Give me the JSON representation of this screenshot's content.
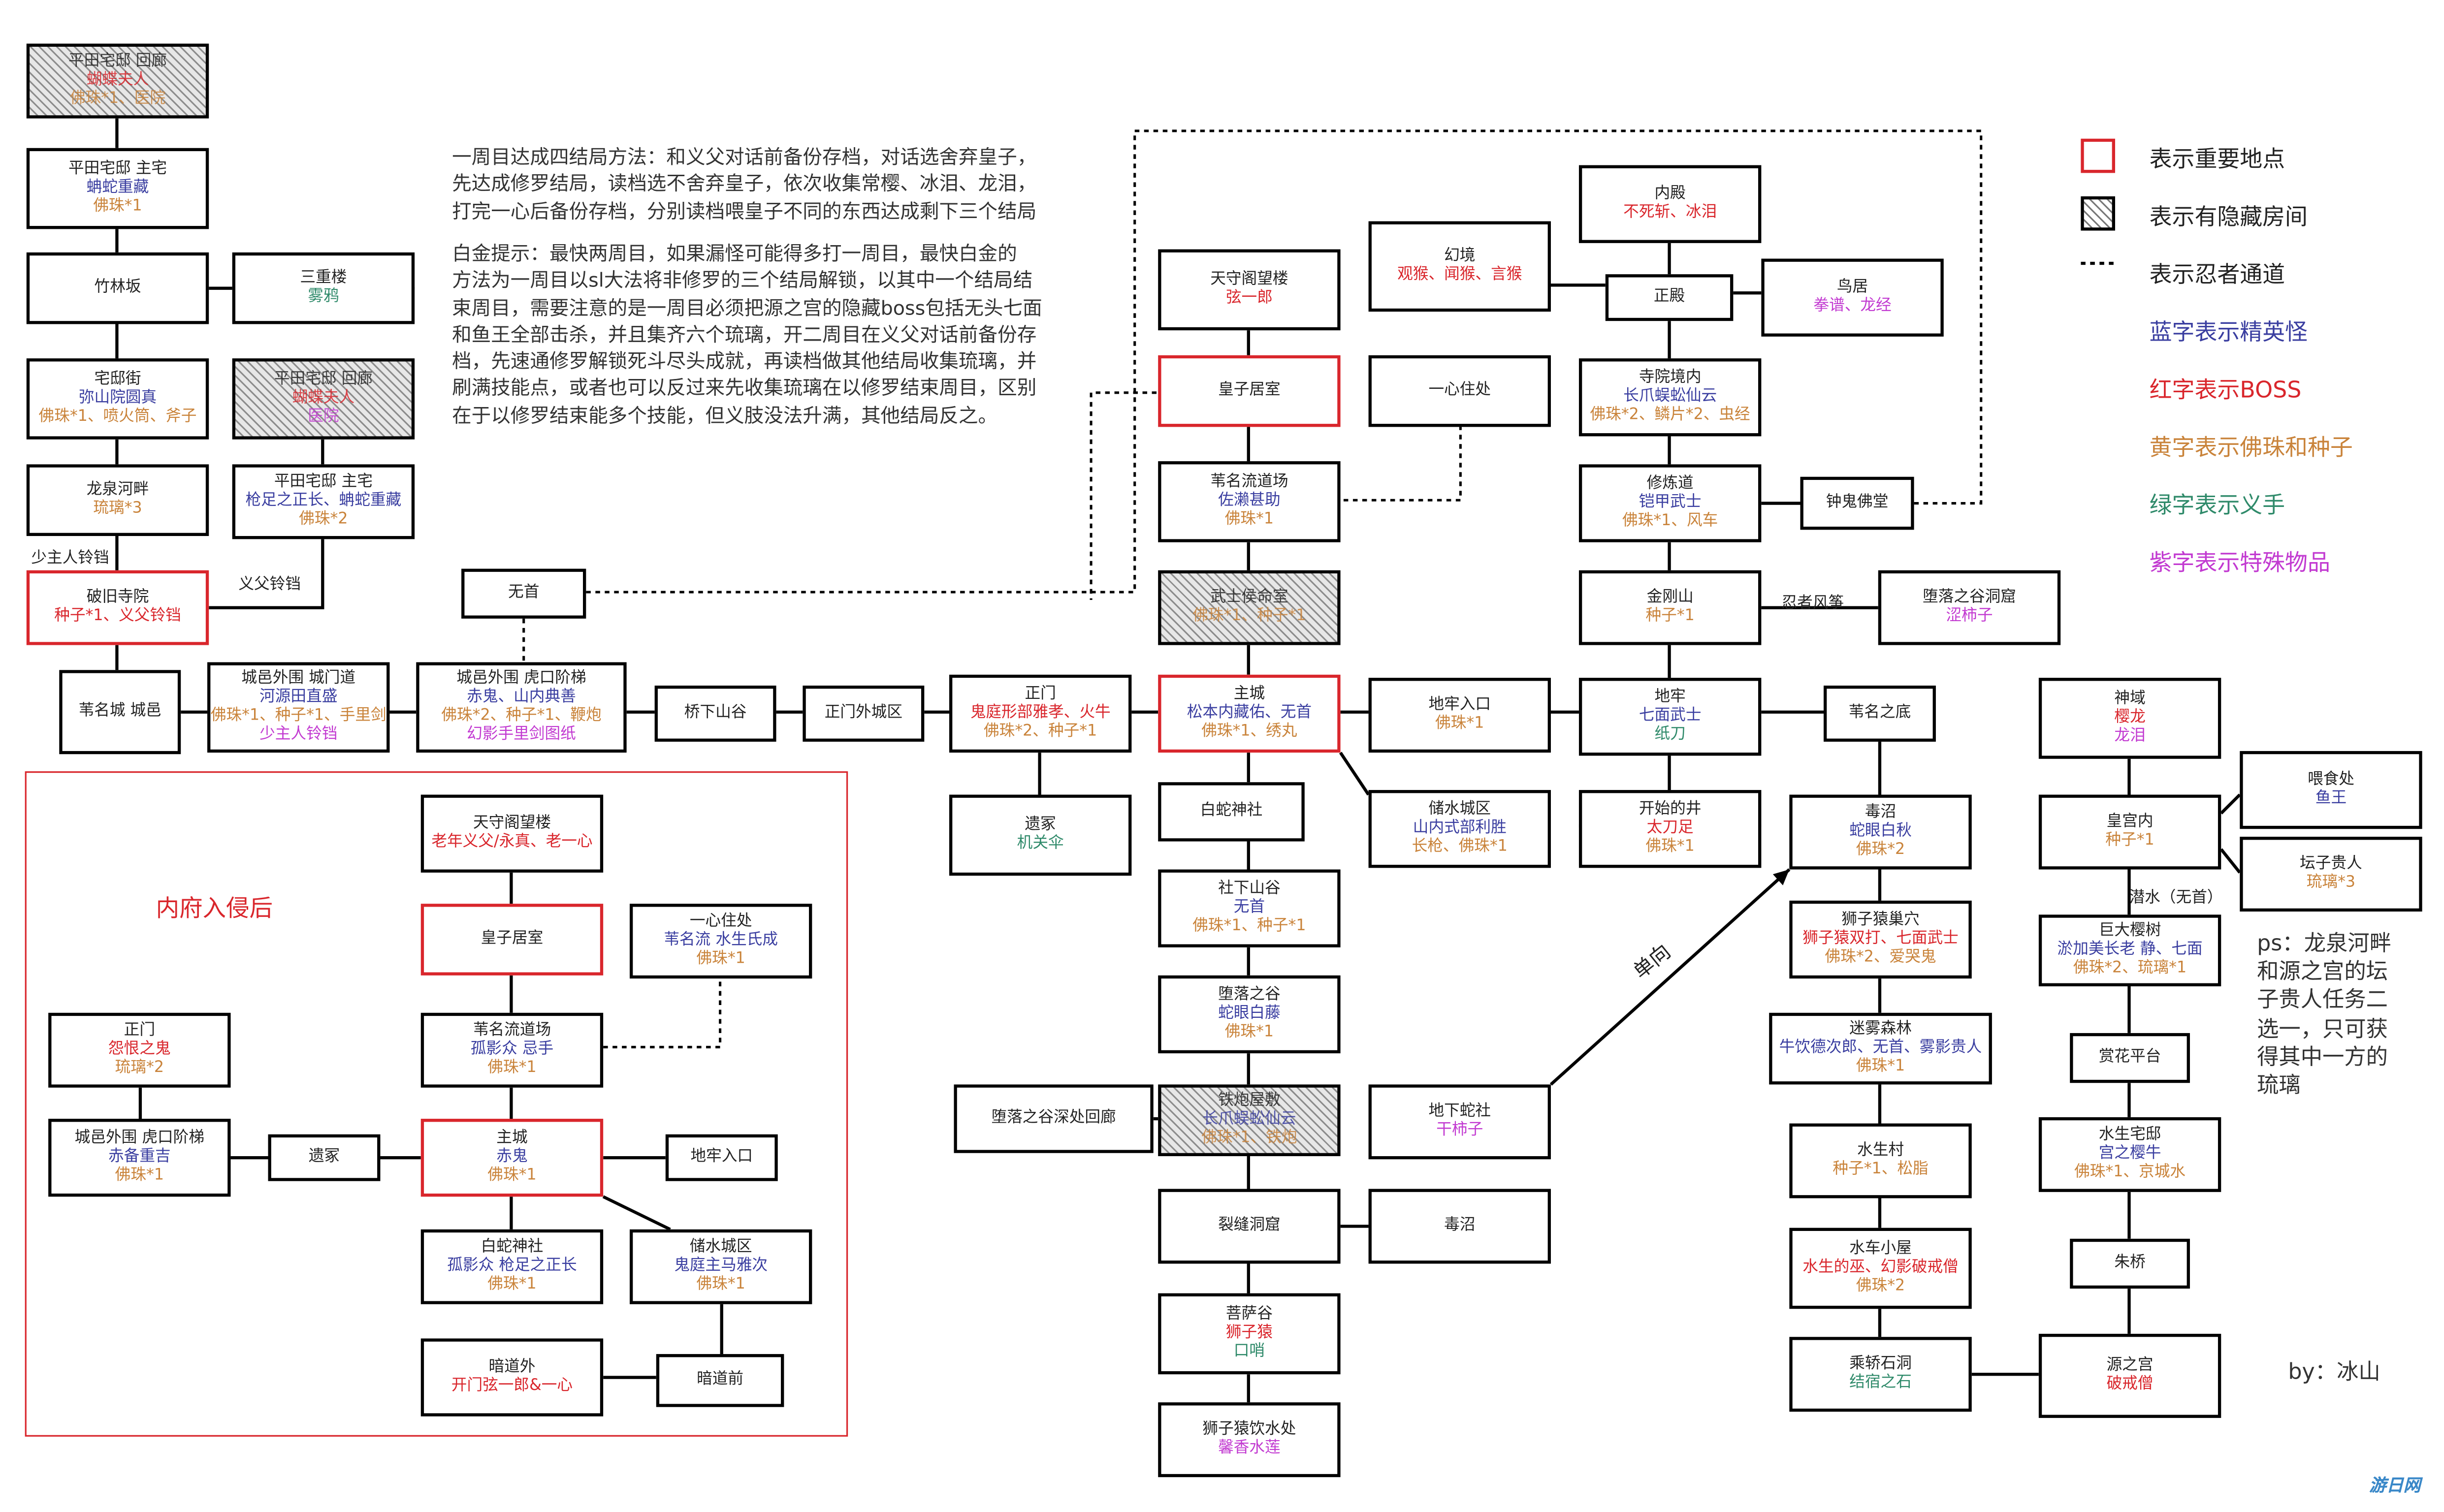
{
  "nodes": {
    "n1": {
      "t": [
        [
          "平田宅邸 回廊",
          "n"
        ],
        [
          "蝴蝶夫人",
          "r"
        ],
        [
          "佛珠*1、医院",
          "y"
        ]
      ]
    },
    "n2": {
      "t": [
        [
          "平田宅邸 主宅",
          "n"
        ],
        [
          "蚺蛇重藏",
          "b"
        ],
        [
          "佛珠*1",
          "y"
        ]
      ]
    },
    "n3": {
      "t": [
        [
          "竹林坂",
          "n"
        ]
      ]
    },
    "n4": {
      "t": [
        [
          "三重楼",
          "n"
        ],
        [
          "雾鸦",
          "g"
        ]
      ]
    },
    "n5": {
      "t": [
        [
          "宅邸街",
          "n"
        ],
        [
          "弥山院圆真",
          "b"
        ],
        [
          "佛珠*1、喷火筒、斧子",
          "y"
        ]
      ]
    },
    "n6": {
      "t": [
        [
          "平田宅邸 回廊",
          "n"
        ],
        [
          "蝴蝶夫人",
          "r"
        ],
        [
          "医院",
          "p"
        ]
      ]
    },
    "n7": {
      "t": [
        [
          "龙泉河畔",
          "n"
        ],
        [
          "琉璃*3",
          "y"
        ]
      ]
    },
    "n8": {
      "t": [
        [
          "平田宅邸 主宅",
          "n"
        ],
        [
          "枪足之正长、蚺蛇重藏",
          "b"
        ],
        [
          "佛珠*2",
          "y"
        ]
      ]
    },
    "n9": {
      "t": [
        [
          "破旧寺院",
          "n"
        ],
        [
          "种子*1、义父铃铛",
          "r"
        ]
      ]
    },
    "n10": {
      "t": [
        [
          "无首",
          "n"
        ]
      ]
    },
    "n11": {
      "t": [
        [
          "苇名城 城邑",
          "n"
        ]
      ]
    },
    "n12": {
      "t": [
        [
          "城邑外围 城门道",
          "n"
        ],
        [
          "河源田直盛",
          "b"
        ],
        [
          "佛珠*1、种子*1、手里剑",
          "y"
        ],
        [
          "少主人铃铛",
          "p"
        ]
      ]
    },
    "n13": {
      "t": [
        [
          "城邑外围 虎口阶梯",
          "n"
        ],
        [
          "赤鬼、山内典善",
          "b"
        ],
        [
          "佛珠*2、种子*1、鞭炮",
          "y"
        ],
        [
          "幻影手里剑图纸",
          "p"
        ]
      ]
    },
    "n14": {
      "t": [
        [
          "桥下山谷",
          "n"
        ]
      ]
    },
    "n15": {
      "t": [
        [
          "正门外城区",
          "n"
        ]
      ]
    },
    "n16": {
      "t": [
        [
          "正门",
          "n"
        ],
        [
          "鬼庭形部雅孝、火牛",
          "r"
        ],
        [
          "佛珠*2、种子*1",
          "y"
        ]
      ]
    },
    "n17": {
      "t": [
        [
          "遗冢",
          "n"
        ],
        [
          "机关伞",
          "g"
        ]
      ]
    },
    "n18": {
      "t": [
        [
          "天守阁望楼",
          "n"
        ],
        [
          "弦一郎",
          "r"
        ]
      ]
    },
    "n19": {
      "t": [
        [
          "皇子居室",
          "n"
        ]
      ]
    },
    "n20": {
      "t": [
        [
          "一心住处",
          "n"
        ]
      ]
    },
    "n21": {
      "t": [
        [
          "苇名流道场",
          "n"
        ],
        [
          "佐濑甚助",
          "b"
        ],
        [
          "佛珠*1",
          "y"
        ]
      ]
    },
    "n22": {
      "t": [
        [
          "武士侯命室",
          "n"
        ],
        [
          "佛珠*1、种子*1",
          "y"
        ]
      ]
    },
    "n23": {
      "t": [
        [
          "主城",
          "n"
        ],
        [
          "松本内藏佑、无首",
          "b"
        ],
        [
          "佛珠*1、绣丸",
          "y"
        ]
      ]
    },
    "n24": {
      "t": [
        [
          "白蛇神社",
          "n"
        ]
      ]
    },
    "n25": {
      "t": [
        [
          "社下山谷",
          "n"
        ],
        [
          "无首",
          "b"
        ],
        [
          "佛珠*1、种子*1",
          "y"
        ]
      ]
    },
    "n26": {
      "t": [
        [
          "堕落之谷",
          "n"
        ],
        [
          "蛇眼白藤",
          "b"
        ],
        [
          "佛珠*1",
          "y"
        ]
      ]
    },
    "n27": {
      "t": [
        [
          "堕落之谷深处回廊",
          "n"
        ]
      ]
    },
    "n28": {
      "t": [
        [
          "铁炮屋敷",
          "n"
        ],
        [
          "长爪蜈蚣仙云",
          "b"
        ],
        [
          "佛珠*1、铁炮",
          "y"
        ]
      ]
    },
    "n29": {
      "t": [
        [
          "裂缝洞窟",
          "n"
        ]
      ]
    },
    "n30": {
      "t": [
        [
          "菩萨谷",
          "n"
        ],
        [
          "狮子猿",
          "r"
        ],
        [
          "口哨",
          "g"
        ]
      ]
    },
    "n31": {
      "t": [
        [
          "狮子猿饮水处",
          "n"
        ],
        [
          "馨香水莲",
          "p"
        ]
      ]
    },
    "n32": {
      "t": [
        [
          "地下蛇社",
          "n"
        ],
        [
          "干柿子",
          "p"
        ]
      ]
    },
    "n33": {
      "t": [
        [
          "毒沼",
          "n"
        ]
      ]
    },
    "n34": {
      "t": [
        [
          "地牢入口",
          "n"
        ],
        [
          "佛珠*1",
          "y"
        ]
      ]
    },
    "n35": {
      "t": [
        [
          "储水城区",
          "n"
        ],
        [
          "山内式部利胜",
          "b"
        ],
        [
          "长枪、佛珠*1",
          "y"
        ]
      ]
    },
    "n36": {
      "t": [
        [
          "内殿",
          "n"
        ],
        [
          "不死斩、冰泪",
          "r"
        ]
      ]
    },
    "n37": {
      "t": [
        [
          "幻境",
          "n"
        ],
        [
          "观猴、闻猴、言猴",
          "r"
        ]
      ]
    },
    "n38": {
      "t": [
        [
          "正殿",
          "n"
        ]
      ]
    },
    "n39": {
      "t": [
        [
          "鸟居",
          "n"
        ],
        [
          "拳谱、龙经",
          "p"
        ]
      ]
    },
    "n40": {
      "t": [
        [
          "寺院境内",
          "n"
        ],
        [
          "长爪蜈蚣仙云",
          "b"
        ],
        [
          "佛珠*2、鳞片*2、虫经",
          "y"
        ]
      ]
    },
    "n41": {
      "t": [
        [
          "修炼道",
          "n"
        ],
        [
          "铠甲武士",
          "b"
        ],
        [
          "佛珠*1、风车",
          "y"
        ]
      ]
    },
    "n42": {
      "t": [
        [
          "钟鬼佛堂",
          "n"
        ]
      ]
    },
    "n43": {
      "t": [
        [
          "金刚山",
          "n"
        ],
        [
          "种子*1",
          "y"
        ]
      ]
    },
    "n44": {
      "t": [
        [
          "堕落之谷洞窟",
          "n"
        ],
        [
          "涩柿子",
          "p"
        ]
      ]
    },
    "n45": {
      "t": [
        [
          "地牢",
          "n"
        ],
        [
          "七面武士",
          "b"
        ],
        [
          "纸刀",
          "g"
        ]
      ]
    },
    "n46": {
      "t": [
        [
          "苇名之底",
          "n"
        ]
      ]
    },
    "n47": {
      "t": [
        [
          "开始的井",
          "n"
        ],
        [
          "太刀足",
          "r"
        ],
        [
          "佛珠*1",
          "y"
        ]
      ]
    },
    "n48": {
      "t": [
        [
          "毒沼",
          "n"
        ],
        [
          "蛇眼白秋",
          "b"
        ],
        [
          "佛珠*2",
          "y"
        ]
      ]
    },
    "n49": {
      "t": [
        [
          "狮子猿巢穴",
          "n"
        ],
        [
          "狮子猿双打、七面武士",
          "r"
        ],
        [
          "佛珠*2、爱哭鬼",
          "y"
        ]
      ]
    },
    "n50": {
      "t": [
        [
          "迷雾森林",
          "n"
        ],
        [
          "牛饮德次郎、无首、雾影贵人",
          "b"
        ],
        [
          "佛珠*1",
          "y"
        ]
      ]
    },
    "n51": {
      "t": [
        [
          "水生村",
          "n"
        ],
        [
          "种子*1、松脂",
          "y"
        ]
      ]
    },
    "n52": {
      "t": [
        [
          "水车小屋",
          "n"
        ],
        [
          "水生的巫、幻影破戒僧",
          "r"
        ],
        [
          "佛珠*2",
          "y"
        ]
      ]
    },
    "n53": {
      "t": [
        [
          "乘轿石洞",
          "n"
        ],
        [
          "结宿之石",
          "g"
        ]
      ]
    },
    "n54": {
      "t": [
        [
          "源之宫",
          "n"
        ],
        [
          "破戒僧",
          "r"
        ]
      ]
    },
    "n55": {
      "t": [
        [
          "神域",
          "n"
        ],
        [
          "樱龙",
          "r"
        ],
        [
          "龙泪",
          "p"
        ]
      ]
    },
    "n56": {
      "t": [
        [
          "喂食处",
          "n"
        ],
        [
          "鱼王",
          "b"
        ]
      ]
    },
    "n57": {
      "t": [
        [
          "皇宫内",
          "n"
        ],
        [
          "种子*1",
          "y"
        ]
      ]
    },
    "n58": {
      "t": [
        [
          "坛子贵人",
          "n"
        ],
        [
          "琉璃*3",
          "y"
        ]
      ]
    },
    "n59": {
      "t": [
        [
          "巨大樱树",
          "n"
        ],
        [
          "淤加美长老 静、七面",
          "b"
        ],
        [
          "佛珠*2、琉璃*1",
          "y"
        ]
      ]
    },
    "n60": {
      "t": [
        [
          "赏花平台",
          "n"
        ]
      ]
    },
    "n61": {
      "t": [
        [
          "水生宅邸",
          "n"
        ],
        [
          "宫之樱牛",
          "b"
        ],
        [
          "佛珠*1、京城水",
          "y"
        ]
      ]
    },
    "n62": {
      "t": [
        [
          "朱桥",
          "n"
        ]
      ]
    },
    "m1": {
      "t": [
        [
          "天守阁望楼",
          "n"
        ],
        [
          "老年义父/永真、老一心",
          "r"
        ]
      ]
    },
    "m2": {
      "t": [
        [
          "皇子居室",
          "n"
        ]
      ]
    },
    "m3": {
      "t": [
        [
          "一心住处",
          "n"
        ],
        [
          "苇名流 水生氏成",
          "b"
        ],
        [
          "佛珠*1",
          "y"
        ]
      ]
    },
    "m4": {
      "t": [
        [
          "苇名流道场",
          "n"
        ],
        [
          "孤影众 忌手",
          "b"
        ],
        [
          "佛珠*1",
          "y"
        ]
      ]
    },
    "m5": {
      "t": [
        [
          "正门",
          "n"
        ],
        [
          "怨恨之鬼",
          "r"
        ],
        [
          "琉璃*2",
          "y"
        ]
      ]
    },
    "m6": {
      "t": [
        [
          "城邑外围 虎口阶梯",
          "n"
        ],
        [
          "赤备重吉",
          "b"
        ],
        [
          "佛珠*1",
          "y"
        ]
      ]
    },
    "m7": {
      "t": [
        [
          "遗冢",
          "n"
        ]
      ]
    },
    "m8": {
      "t": [
        [
          "主城",
          "n"
        ],
        [
          "赤鬼",
          "b"
        ],
        [
          "佛珠*1",
          "y"
        ]
      ]
    },
    "m9": {
      "t": [
        [
          "地牢入口",
          "n"
        ]
      ]
    },
    "m10": {
      "t": [
        [
          "白蛇神社",
          "n"
        ],
        [
          "孤影众 枪足之正长",
          "b"
        ],
        [
          "佛珠*1",
          "y"
        ]
      ]
    },
    "m11": {
      "t": [
        [
          "储水城区",
          "n"
        ],
        [
          "鬼庭主马雅次",
          "b"
        ],
        [
          "佛珠*1",
          "y"
        ]
      ]
    },
    "m12": {
      "t": [
        [
          "暗道外",
          "n"
        ],
        [
          "开门弦一郎&一心",
          "r"
        ]
      ]
    },
    "m13": {
      "t": [
        [
          "暗道前",
          "n"
        ]
      ]
    }
  },
  "edge_labels": {
    "shaozhu": "少主人铃铛",
    "yifu": "义父铃铛",
    "renzhe": "忍者风筝",
    "qianshui": "潜水（无首）",
    "danxiang": "单向"
  },
  "notes": {
    "p1": [
      "一周目达成四结局方法：和义父对话前备份存档，对话选舍弃皇子，",
      "先达成修罗结局，读档选不舍弃皇子，依次收集常樱、冰泪、龙泪，",
      "打完一心后备份存档，分别读档喂皇子不同的东西达成剩下三个结局"
    ],
    "p2": [
      "白金提示：最快两周目，如果漏怪可能得多打一周目，最快白金的",
      "方法为一周目以sl大法将非修罗的三个结局解锁，以其中一个结局结",
      "束周目，需要注意的是一周目必须把源之宫的隐藏boss包括无头七面",
      "和鱼王全部击杀，并且集齐六个琉璃，开二周目在义父对话前备份存",
      "档，先速通修罗解锁死斗尽头成就，再读档做其他结局收集琉璃，并",
      "刷满技能点，或者也可以反过来先收集琉璃在以修罗结束周目，区别",
      "在于以修罗结束能多个技能，但义肢没法升满，其他结局反之。"
    ]
  },
  "region_title": "内府入侵后",
  "legend": [
    {
      "text": "表示重要地点",
      "color": "#222222"
    },
    {
      "text": "表示有隐藏房间",
      "color": "#222222"
    },
    {
      "text": "表示忍者通道",
      "color": "#222222"
    },
    {
      "text": "蓝字表示精英怪",
      "color": "#3a3ea0"
    },
    {
      "text": "红字表示BOSS",
      "color": "#d9262c"
    },
    {
      "text": "黄字表示佛珠和种子",
      "color": "#c9833a"
    },
    {
      "text": "绿字表示义手",
      "color": "#2f8a6a"
    },
    {
      "text": "紫字表示特殊物品",
      "color": "#c23ad1"
    }
  ],
  "ps": [
    "ps：龙泉河畔",
    "和源之宫的坛",
    "子贵人任务二",
    "选一，只可获",
    "得其中一方的",
    "琉璃"
  ],
  "author": "by：冰山",
  "watermark": "游日网"
}
